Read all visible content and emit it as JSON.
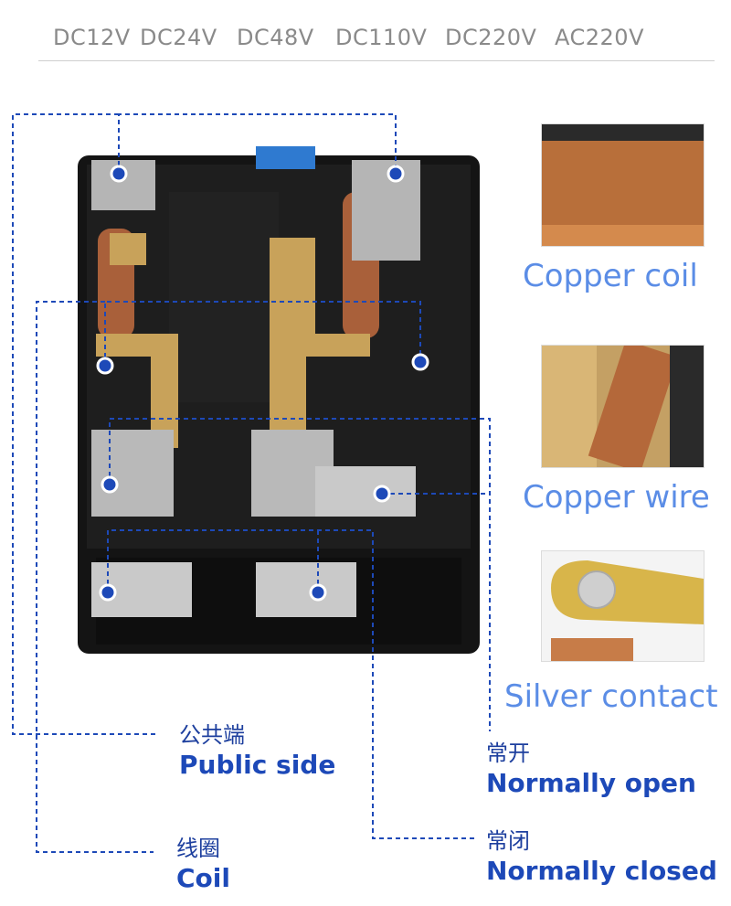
{
  "voltages": [
    "DC12V",
    "DC24V",
    "DC48V",
    "DC110V",
    "DC220V",
    "AC220V"
  ],
  "features": [
    {
      "caption": "Copper coil",
      "image": "copper-coil-closeup-photo"
    },
    {
      "caption": "Copper wire",
      "image": "braided-copper-wire-photo"
    },
    {
      "caption": "Silver contact",
      "image": "silver-contact-closeup-photo"
    }
  ],
  "labels": {
    "public_side": {
      "cn": "公共端",
      "en": "Public side"
    },
    "coil": {
      "cn": "线圈",
      "en": "Coil"
    },
    "normally_open": {
      "cn": "常开",
      "en": "Normally open"
    },
    "normally_closed": {
      "cn": "常闭",
      "en": "Normally closed"
    }
  },
  "colors": {
    "callout_line": "#1d49b8",
    "caption": "#5b8de6",
    "label": "#1d49b8",
    "voltage_text": "#8a8a8a"
  }
}
